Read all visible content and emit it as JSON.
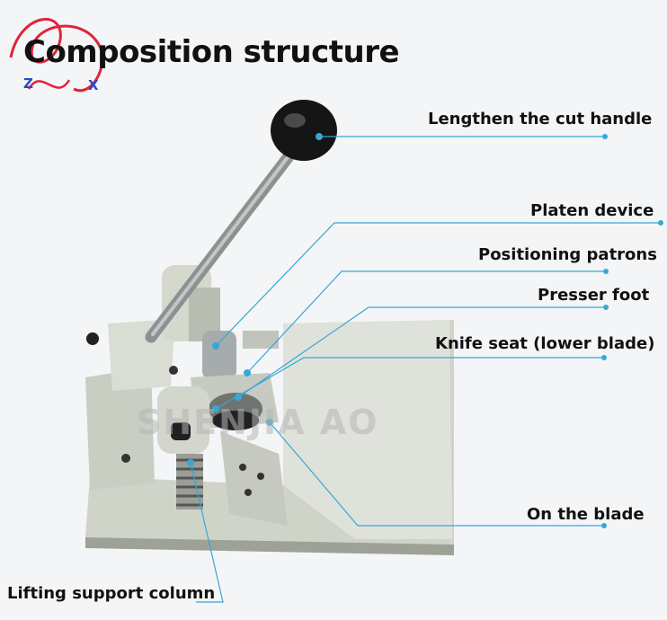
{
  "title": "Composition structure",
  "logo": {
    "letter_left": "Z",
    "letter_right": "X"
  },
  "watermark": "SHENJIA AO",
  "labels": {
    "handle": "Lengthen the cut handle",
    "platen": "Platen device",
    "patrons": "Positioning patrons",
    "presser": "Presser foot",
    "knife_seat": "Knife seat (lower blade)",
    "blade": "On the blade",
    "column": "Lifting support column"
  },
  "colors": {
    "leader_line": "#35a8d8",
    "machine_body": "#d7dbd1",
    "handle_knob": "#111111",
    "logo_red": "#e0243a",
    "logo_blue": "#2a48c8"
  }
}
